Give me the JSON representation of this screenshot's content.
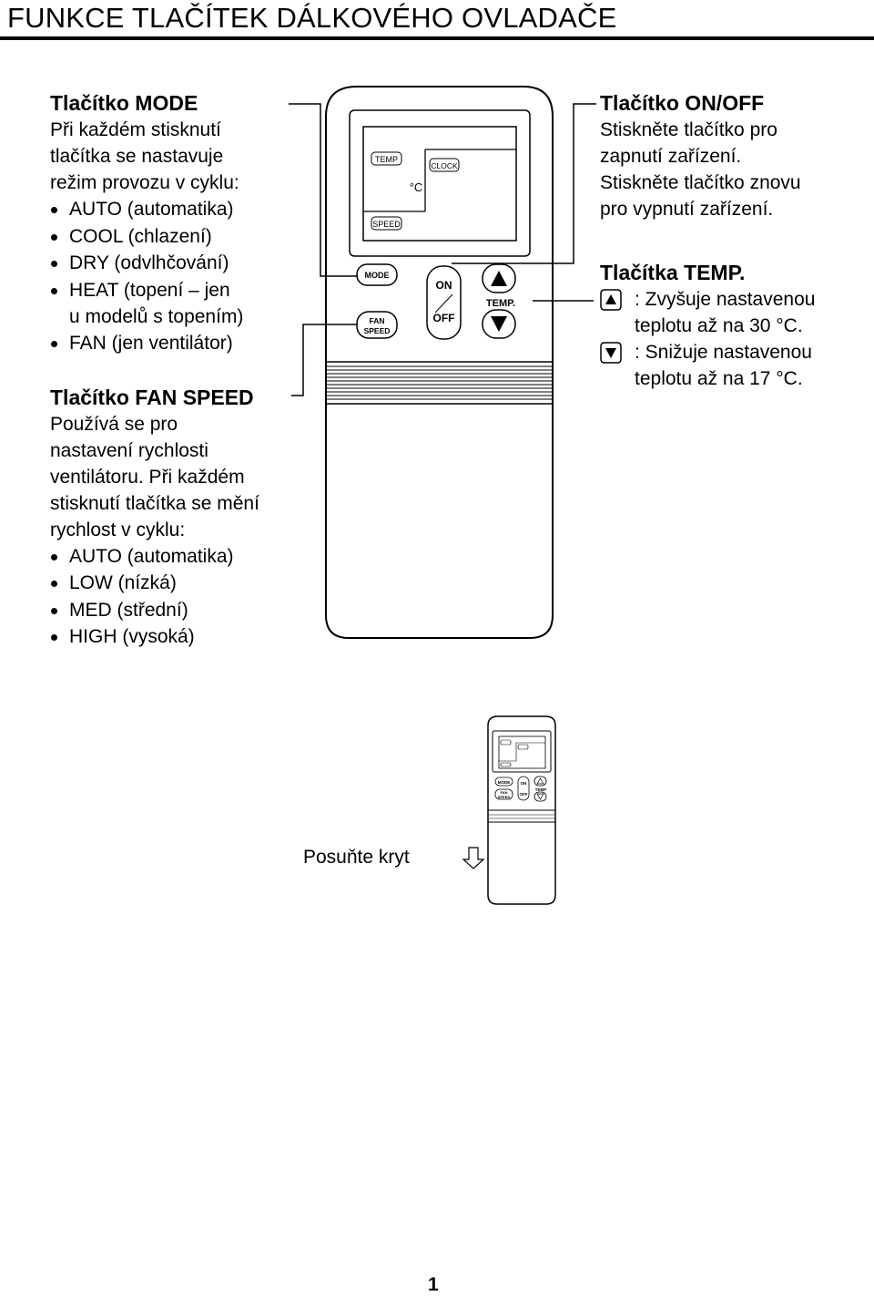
{
  "title": "FUNKCE TLAČÍTEK DÁLKOVÉHO OVLADAČE",
  "mode_section": {
    "heading": "Tlačítko MODE",
    "intro": [
      "Při každém stisknutí",
      "tlačítka se nastavuje",
      "režim provozu v cyklu:"
    ],
    "items": [
      "AUTO (automatika)",
      "COOL (chlazení)",
      "DRY (odvlhčování)",
      "HEAT (topení – jen",
      "FAN (jen ventilátor)"
    ],
    "item_cont": "u modelů s topením)"
  },
  "fan_section": {
    "heading": "Tlačítko FAN SPEED",
    "intro": [
      "Používá se pro",
      "nastavení rychlosti",
      "ventilátoru. Při každém",
      "stisknutí tlačítka se mění",
      "rychlost v cyklu:"
    ],
    "items": [
      "AUTO (automatika)",
      "LOW (nízká)",
      "MED (střední)",
      "HIGH (vysoká)"
    ]
  },
  "onoff_section": {
    "heading": "Tlačítko ON/OFF",
    "lines": [
      "Stiskněte tlačítko pro",
      "zapnutí zařízení.",
      "Stiskněte tlačítko znovu",
      "pro vypnutí zařízení."
    ]
  },
  "temp_section": {
    "heading": "Tlačítka TEMP.",
    "up_text": ": Zvyšuje nastavenou",
    "up_cont": "teplotu až na 30 °C.",
    "down_text": ": Snižuje nastavenou",
    "down_cont": "teplotu až na 17 °C."
  },
  "remote": {
    "lcd_temp": "TEMP",
    "lcd_degree": "°C",
    "lcd_clock": "CLOCK",
    "lcd_speed": "SPEED",
    "btn_mode": "MODE",
    "btn_fan_line1": "FAN",
    "btn_fan_line2": "SPEED",
    "btn_on": "ON",
    "btn_off": "OFF",
    "btn_temp": "TEMP."
  },
  "small_remote": {
    "mode": "MODE",
    "fan": "FAN",
    "speed": "SPEED",
    "on": "ON",
    "off": "OFF",
    "temp": "TEMP"
  },
  "caption": "Posuňte kryt",
  "page_number": "1"
}
